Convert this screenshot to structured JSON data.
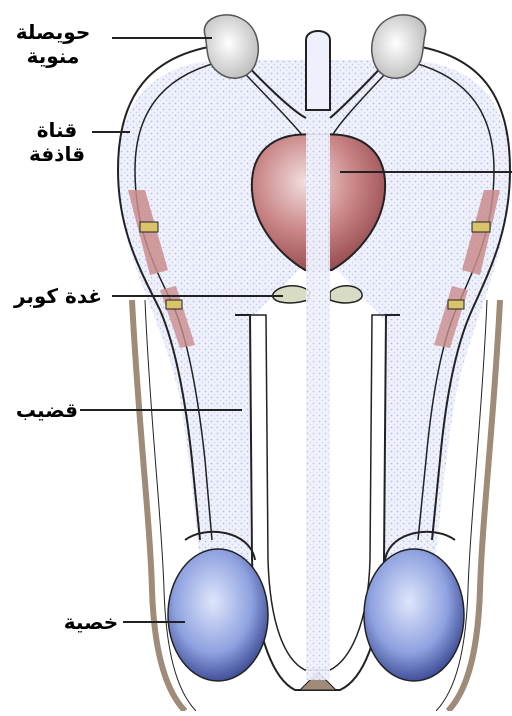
{
  "labels": {
    "seminal_vesicle": [
      "حويصلة",
      "منوية"
    ],
    "vas_deferens": [
      "قناة",
      "قاذفة"
    ],
    "cowper_gland": "غدة كوبر",
    "penis": "قضيب",
    "testis": "خصية"
  },
  "colors": {
    "tissue_fill": "#eef0fb",
    "tissue_dot": "#b9bfe6",
    "outline": "#222222",
    "prostate": "#a8565a",
    "prostate_light": "#e6c3c3",
    "scrotum": "#a08a78",
    "testis_dark": "#1e2a78",
    "testis_light": "#c8d4f4",
    "vesicle": "#e9e9e9",
    "vas_band": "#c98c8c",
    "cowper": "#d8dcc4"
  }
}
